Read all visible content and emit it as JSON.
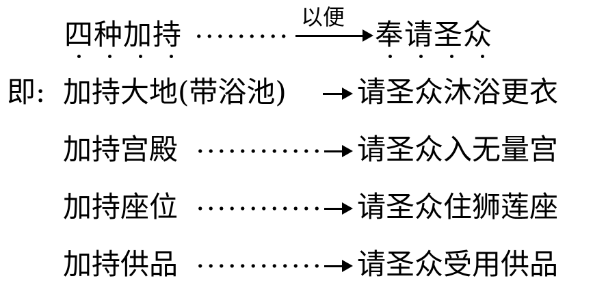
{
  "header": {
    "left": "四种加持",
    "connector": "以便",
    "right": "奉请圣众"
  },
  "prefix": "即:",
  "rows": [
    {
      "left": "加持大地(带浴池)",
      "right": "请圣众沐浴更衣"
    },
    {
      "left": "加持宫殿",
      "right": "请圣众入无量宫"
    },
    {
      "left": "加持座位",
      "right": "请圣众住狮莲座"
    },
    {
      "left": "加持供品",
      "right": "请圣众受用供品"
    }
  ]
}
